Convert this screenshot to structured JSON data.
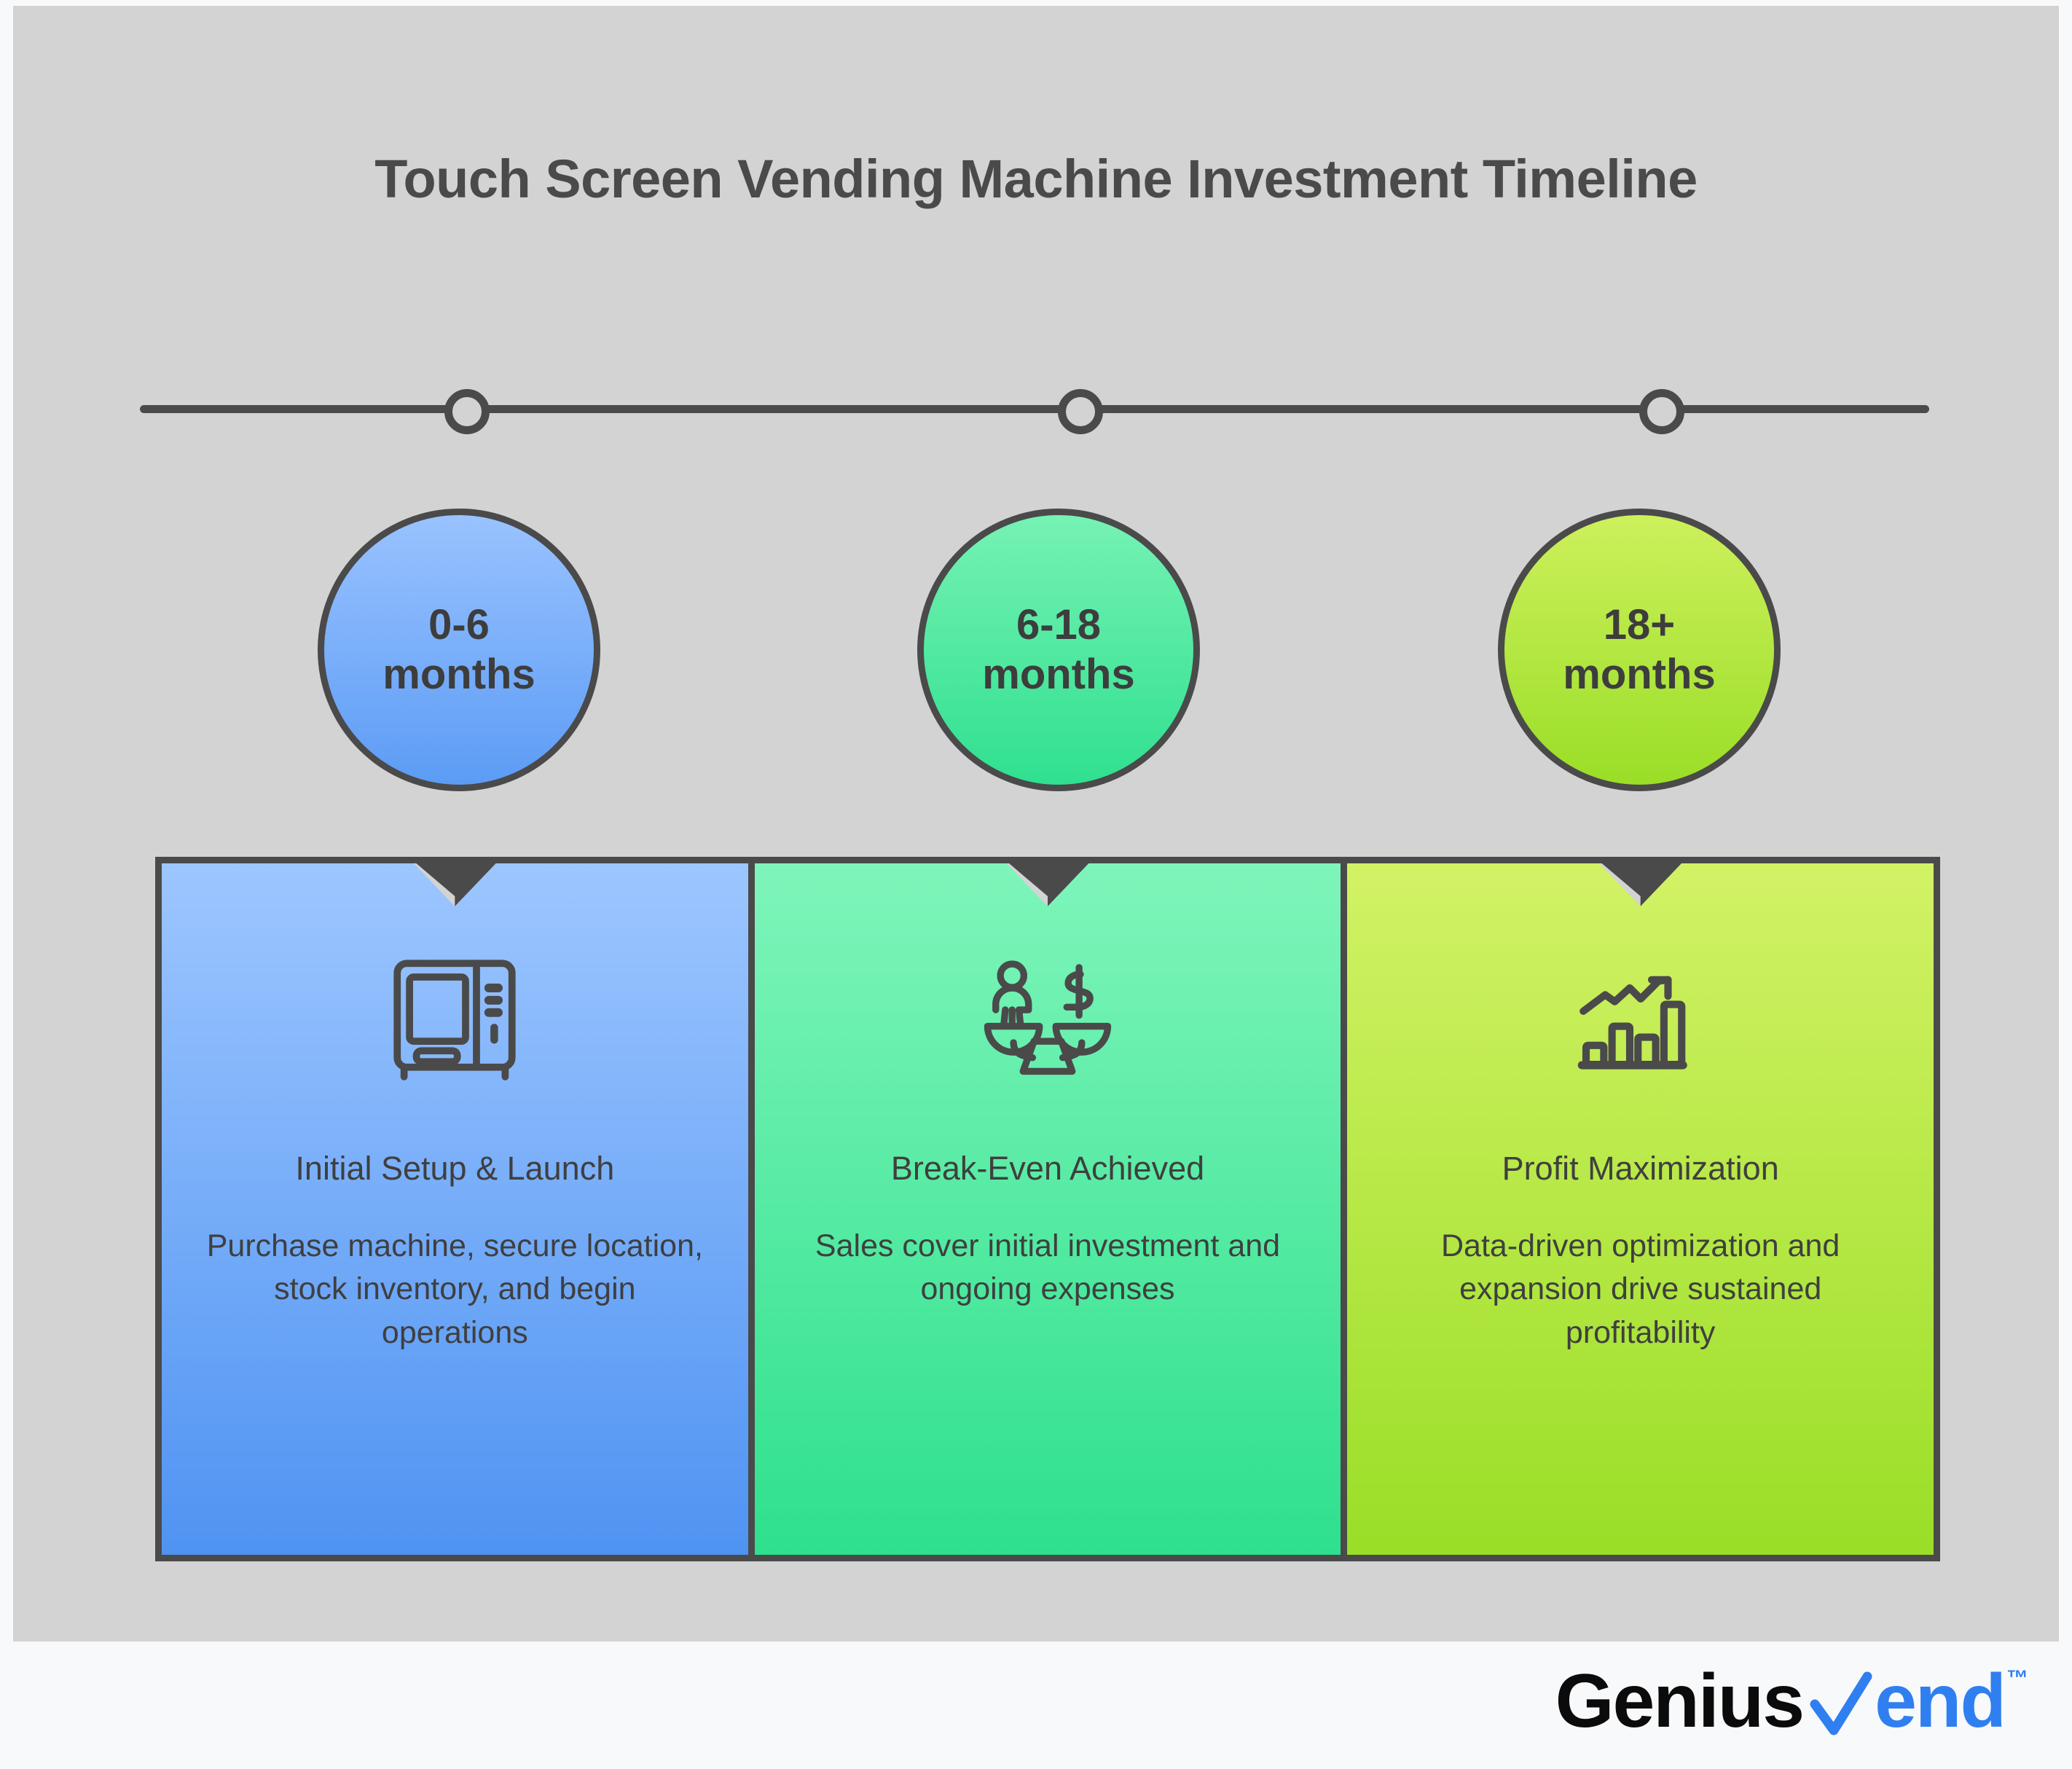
{
  "page": {
    "title": "Touch Screen Vending Machine Investment Timeline",
    "background_color": "#d3d3d3",
    "footer_color": "#f8f9fa",
    "text_color": "#4a4a4a"
  },
  "timeline": {
    "markers": [
      {
        "name": "marker-1"
      },
      {
        "name": "marker-2"
      },
      {
        "name": "marker-3"
      }
    ]
  },
  "phases": [
    {
      "range": "0-6",
      "unit": "months",
      "circle_color": "#5c9cf5",
      "panel_color": "#4f93f2",
      "icon": "vending-machine-icon",
      "heading": "Initial Setup & Launch",
      "description": "Purchase machine, secure location, stock inventory, and begin operations"
    },
    {
      "range": "6-18",
      "unit": "months",
      "circle_color": "#2fe08f",
      "panel_color": "#2ee08d",
      "icon": "balance-scale-icon",
      "heading": "Break-Even Achieved",
      "description": "Sales cover initial investment and ongoing expenses"
    },
    {
      "range": "18+",
      "unit": "months",
      "circle_color": "#9ade27",
      "panel_color": "#9ade27",
      "icon": "growth-bar-chart-icon",
      "heading": "Profit Maximization",
      "description": "Data-driven optimization and expansion drive sustained profitability"
    }
  ],
  "logo": {
    "part1": "Genius",
    "part2": "end",
    "trademark": "™",
    "accent_color": "#2f7ff0"
  }
}
